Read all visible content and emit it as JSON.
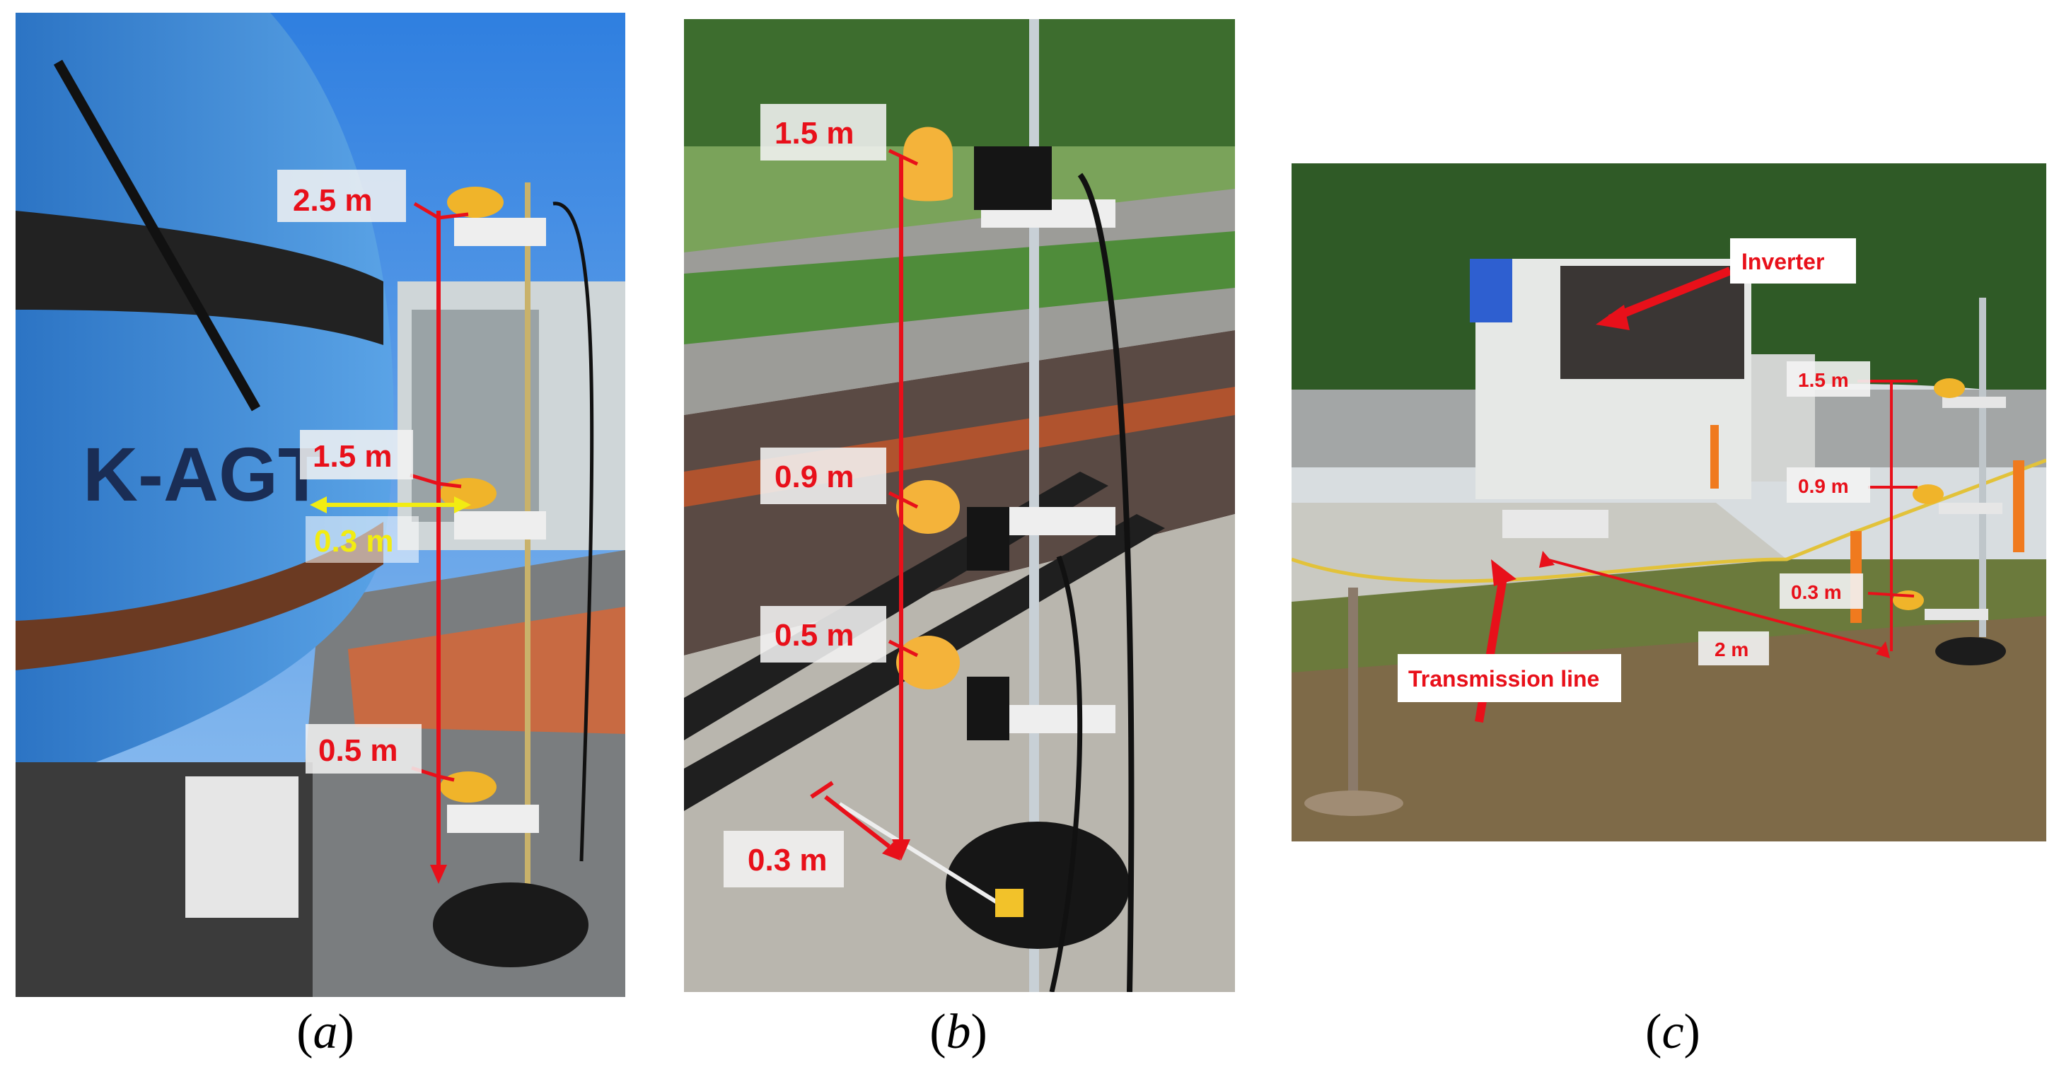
{
  "figure": {
    "panels": [
      {
        "id": "a",
        "caption_letter": "a",
        "labels": {
          "h25": "2.5 m",
          "h15": "1.5 m",
          "h05": "0.5 m",
          "dist": "0.3 m",
          "train_text": "K-AGT"
        },
        "colors": {
          "arrow": "#e8101a",
          "dist_arrow": "#f2ec12",
          "sky": "#3f8ee6",
          "train": "#3a8ad6"
        }
      },
      {
        "id": "b",
        "caption_letter": "b",
        "labels": {
          "h15": "1.5 m",
          "h09": "0.9 m",
          "h05": "0.5 m",
          "dist": "0.3 m"
        },
        "colors": {
          "arrow": "#e8101a"
        }
      },
      {
        "id": "c",
        "caption_letter": "c",
        "labels": {
          "inverter": "Inverter",
          "h15": "1.5 m",
          "h09": "0.9 m",
          "h03": "0.3 m",
          "dist": "2 m",
          "line": "Transmission line"
        },
        "colors": {
          "arrow": "#e8101a"
        }
      }
    ]
  }
}
